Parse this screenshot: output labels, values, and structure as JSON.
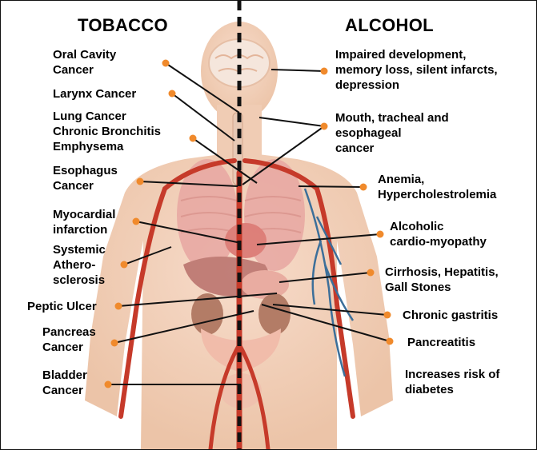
{
  "headers": {
    "left": "TOBACCO",
    "right": "ALCOHOL"
  },
  "colors": {
    "dot": "#f08a2c",
    "skin": "#f3d3bd",
    "artery": "#c63a2a",
    "vein": "#3c6f9a",
    "divider": "#111111"
  },
  "tobacco": [
    {
      "id": "oral-cavity-cancer",
      "lines": [
        "Oral Cavity",
        "Cancer"
      ]
    },
    {
      "id": "larynx-cancer",
      "lines": [
        "Larynx Cancer"
      ]
    },
    {
      "id": "lung-cancer",
      "lines": [
        "Lung Cancer",
        "Chronic Bronchitis",
        "Emphysema"
      ]
    },
    {
      "id": "esophagus-cancer",
      "lines": [
        "Esophagus",
        "Cancer"
      ]
    },
    {
      "id": "myocardial-infarction",
      "lines": [
        "Myocardial",
        "infarction"
      ]
    },
    {
      "id": "systemic-atherosclerosis",
      "lines": [
        "Systemic",
        "Athero-",
        "sclerosis"
      ]
    },
    {
      "id": "peptic-ulcer",
      "lines": [
        "Peptic Ulcer"
      ]
    },
    {
      "id": "pancreas-cancer",
      "lines": [
        "Pancreas",
        "Cancer"
      ]
    },
    {
      "id": "bladder-cancer",
      "lines": [
        "Bladder",
        "Cancer"
      ]
    }
  ],
  "alcohol": [
    {
      "id": "impaired-development",
      "lines": [
        "Impaired development,",
        "memory loss, silent infarcts,",
        "depression"
      ]
    },
    {
      "id": "mouth-tracheal-esophageal-cancer",
      "lines": [
        "Mouth, tracheal and",
        "esophageal",
        "cancer"
      ]
    },
    {
      "id": "anemia",
      "lines": [
        "Anemia,",
        "Hypercholestrolemia"
      ]
    },
    {
      "id": "alcoholic-cardiomyopathy",
      "lines": [
        "Alcoholic",
        "cardio-myopathy"
      ]
    },
    {
      "id": "cirrhosis",
      "lines": [
        "Cirrhosis, Hepatitis,",
        "Gall Stones"
      ]
    },
    {
      "id": "chronic-gastritis",
      "lines": [
        "Chronic gastritis"
      ]
    },
    {
      "id": "pancreatitis",
      "lines": [
        "Pancreatitis"
      ]
    },
    {
      "id": "diabetes",
      "lines": [
        "Increases risk of",
        "diabetes"
      ]
    }
  ]
}
